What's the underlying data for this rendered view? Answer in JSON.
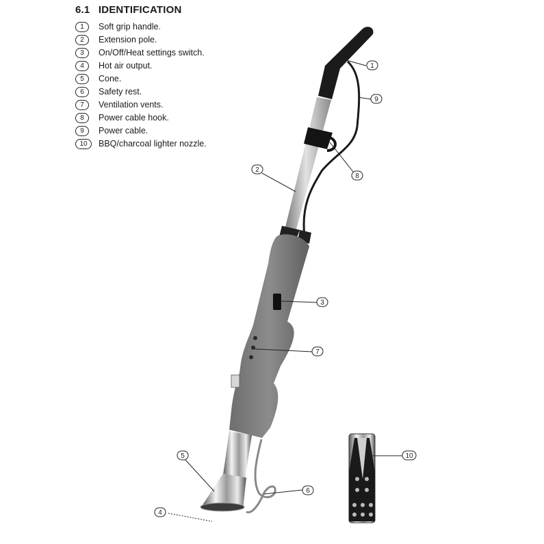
{
  "section": {
    "number": "6.1",
    "title": "IDENTIFICATION"
  },
  "legend": [
    {
      "num": "1",
      "label": "Soft grip handle."
    },
    {
      "num": "2",
      "label": "Extension pole."
    },
    {
      "num": "3",
      "label": "On/Off/Heat settings switch."
    },
    {
      "num": "4",
      "label": "Hot air output."
    },
    {
      "num": "5",
      "label": "Cone."
    },
    {
      "num": "6",
      "label": "Safety rest."
    },
    {
      "num": "7",
      "label": "Ventilation vents."
    },
    {
      "num": "8",
      "label": "Power cable hook."
    },
    {
      "num": "9",
      "label": "Power cable."
    },
    {
      "num": "10",
      "label": "BBQ/charcoal lighter nozzle."
    }
  ],
  "callouts": [
    "1",
    "9",
    "8",
    "2",
    "3",
    "7",
    "5",
    "6",
    "4",
    "10"
  ]
}
